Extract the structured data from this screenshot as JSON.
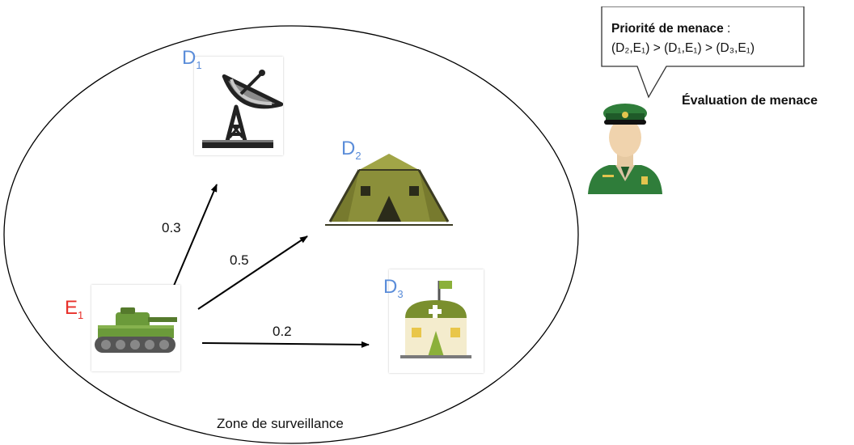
{
  "zone": {
    "label": "Zone de surveillance"
  },
  "enemy": {
    "label": "E",
    "sub": "1",
    "icon": "tank-icon"
  },
  "assets": [
    {
      "label": "D",
      "sub": "1",
      "icon": "radar-dish-icon"
    },
    {
      "label": "D",
      "sub": "2",
      "icon": "tent-icon"
    },
    {
      "label": "D",
      "sub": "3",
      "icon": "field-hospital-icon"
    }
  ],
  "links": [
    {
      "from": "E1",
      "to": "D1",
      "weight": "0.3"
    },
    {
      "from": "E1",
      "to": "D2",
      "weight": "0.5"
    },
    {
      "from": "E1",
      "to": "D3",
      "weight": "0.2"
    }
  ],
  "officer": {
    "icon": "military-officer-icon",
    "caption": "Évaluation de menace"
  },
  "bubble": {
    "title": "Priorité de menace",
    "title_suffix": " :",
    "priority_order": "(D₂,E₁) > (D₁,E₁) > (D₃,E₁)"
  },
  "colors": {
    "asset_label": "#5b8dd9",
    "enemy_label": "#e8302a",
    "tank_green": "#6b9a3a",
    "tent_olive": "#8b8f3a"
  }
}
